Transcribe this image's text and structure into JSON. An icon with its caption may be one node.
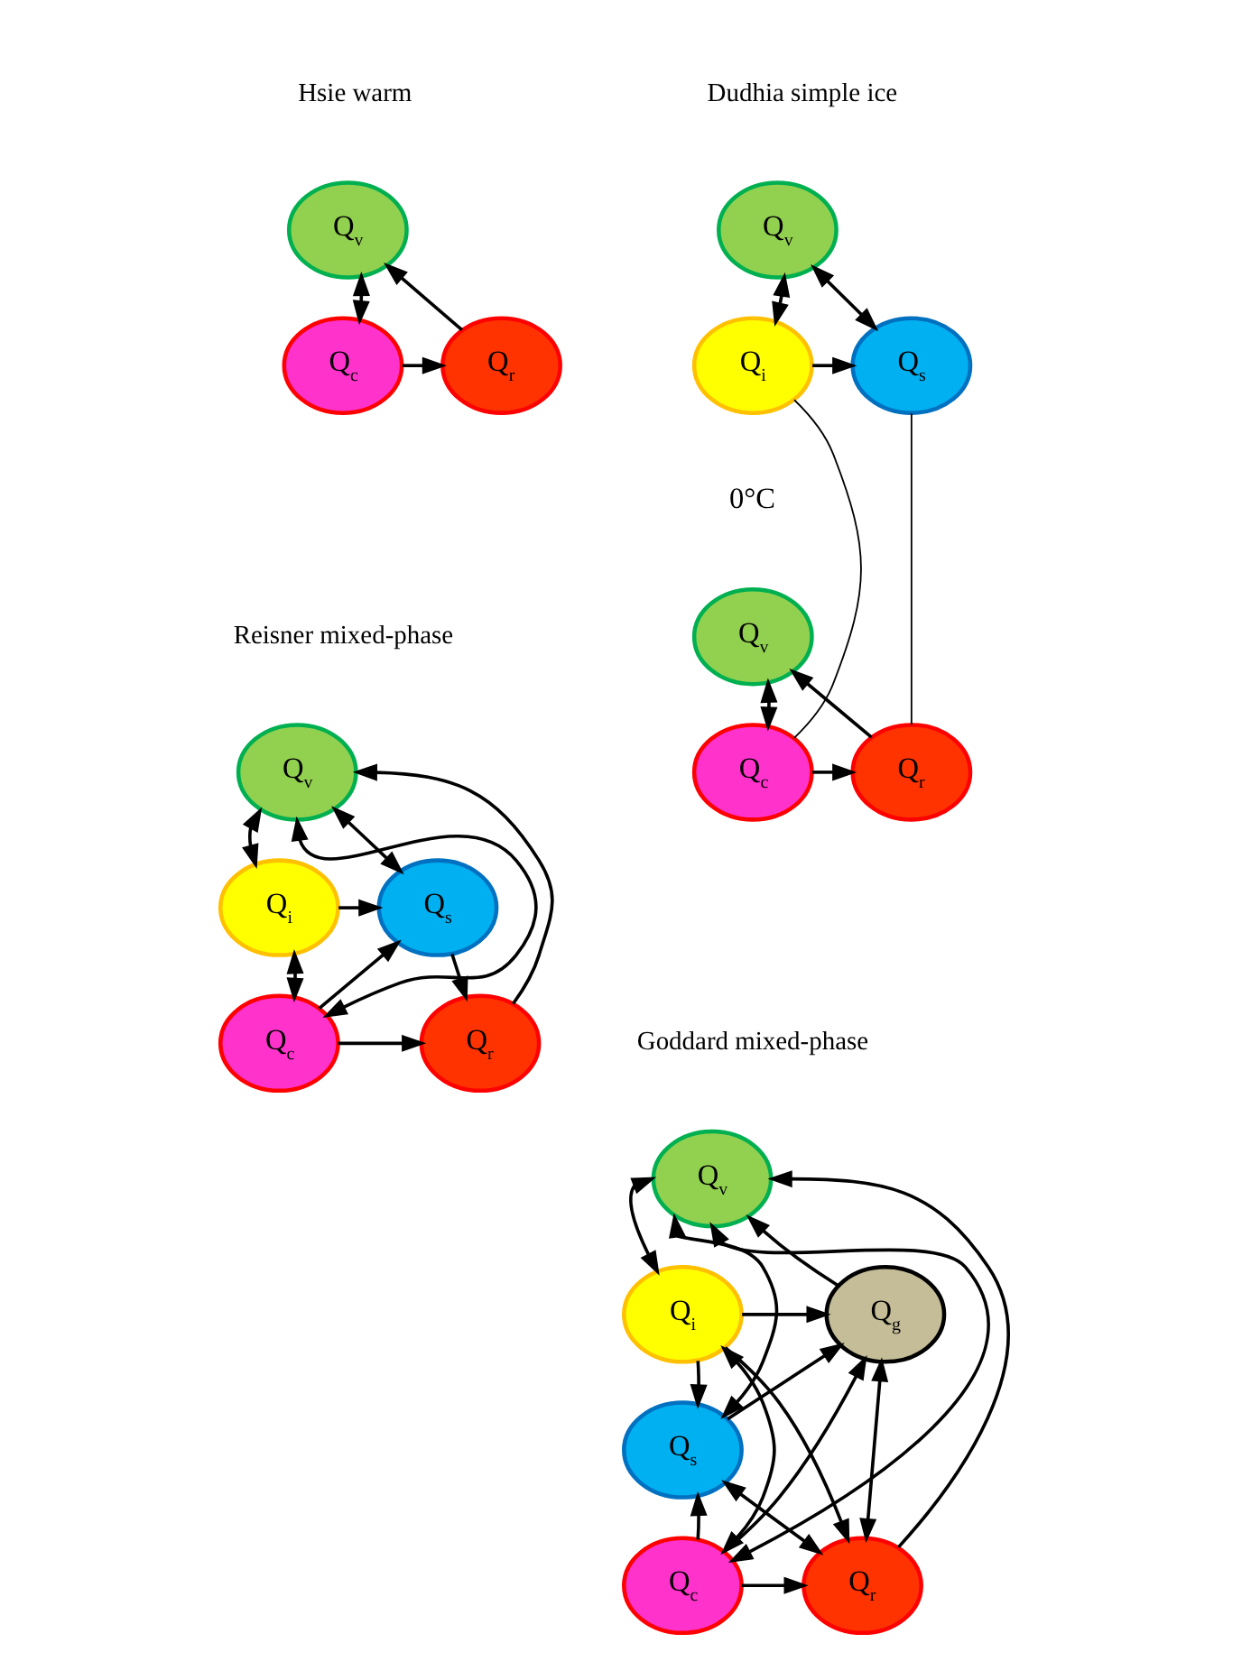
{
  "diagram": {
    "nodes": [
      {
        "text": [
          "Q$_{v}$"
        ]
      },
      {
        "text": [
          "Q$_{c}$"
        ]
      },
      {
        "text": [
          "Q$_{r}$"
        ]
      },
      {
        "text": [
          "Q$_{v}$"
        ]
      },
      {
        "text": [
          "Q$_{i}$"
        ]
      },
      {
        "text": [
          "Q$_{s}$"
        ]
      },
      {
        "text": [
          "Q$_{v}$"
        ]
      },
      {
        "text": [
          "Q$_{c}$"
        ]
      },
      {
        "text": [
          "Q$_{r}$"
        ]
      },
      {
        "text": [
          "Q$_{v}$"
        ]
      },
      {
        "text": [
          "Q$_{i}$"
        ]
      },
      {
        "text": [
          "Q$_{s}$"
        ]
      },
      {
        "text": [
          "Q$_{c}$"
        ]
      },
      {
        "text": [
          "Q$_{r}$"
        ]
      },
      {
        "text": [
          "Q$_{v}$"
        ]
      },
      {
        "text": [
          "Q$_{i}$"
        ]
      },
      {
        "text": [
          "Q$_{g}$"
        ]
      },
      {
        "text": [
          "Q$_{s}$"
        ]
      },
      {
        "text": [
          "Q$_{c}$"
        ]
      },
      {
        "text": [
          "Q$_{r}$"
        ]
      }
    ],
    "edges": [
      {
        "from": 1,
        "to": 0,
        "arrow": "both"
      },
      {
        "from": 1,
        "to": 2,
        "arrow": "to"
      },
      {
        "from": 2,
        "to": 0,
        "arrow": "to"
      },
      {
        "from": 4,
        "to": 3,
        "arrow": "both"
      },
      {
        "from": 3,
        "to": 5,
        "arrow": "both"
      },
      {
        "from": 4,
        "to": 5,
        "arrow": "to"
      },
      {
        "from": 4,
        "to": 7,
        "arrow": "none"
      },
      {
        "from": 5,
        "to": 8,
        "arrow": "none"
      },
      {
        "from": 7,
        "to": 6,
        "arrow": "both"
      },
      {
        "from": 7,
        "to": 8,
        "arrow": "to"
      },
      {
        "from": 8,
        "to": 6,
        "arrow": "to"
      },
      {
        "from": 10,
        "to": 9,
        "arrow": "both"
      },
      {
        "from": 9,
        "to": 11,
        "arrow": "both"
      },
      {
        "from": 10,
        "to": 11,
        "arrow": "to"
      },
      {
        "from": 12,
        "to": 9,
        "arrow": "both"
      },
      {
        "from": 13,
        "to": 9,
        "arrow": "to"
      },
      {
        "from": 12,
        "to": 11,
        "arrow": "to"
      },
      {
        "from": 11,
        "to": 13,
        "arrow": "to"
      },
      {
        "from": 12,
        "to": 13,
        "arrow": "to"
      },
      {
        "from": 10,
        "to": 12,
        "arrow": "both"
      },
      {
        "from": 15,
        "to": 14,
        "arrow": "both"
      },
      {
        "from": 16,
        "to": 14,
        "arrow": "to"
      },
      {
        "from": 15,
        "to": 16,
        "arrow": "to"
      },
      {
        "from": 14,
        "to": 17,
        "arrow": "both"
      },
      {
        "from": 18,
        "to": 14,
        "arrow": "both"
      },
      {
        "from": 19,
        "to": 14,
        "arrow": "to"
      },
      {
        "from": 15,
        "to": 18,
        "arrow": "both"
      },
      {
        "from": 16,
        "to": 19,
        "arrow": "both"
      },
      {
        "from": 17,
        "to": 16,
        "arrow": "to"
      },
      {
        "from": 18,
        "to": 16,
        "arrow": "to"
      },
      {
        "from": 18,
        "to": 17,
        "arrow": "to"
      },
      {
        "from": 18,
        "to": 19,
        "arrow": "to"
      },
      {
        "from": 15,
        "to": 17,
        "arrow": "to"
      },
      {
        "from": 15,
        "to": 19,
        "arrow": "to"
      },
      {
        "from": 17,
        "to": 19,
        "arrow": "both"
      }
    ],
    "labels": [
      "Hsie warm",
      "Dudhia simple ice",
      "0°C",
      "Reisner mixed-phase",
      "Goddard mixed-phase"
    ]
  }
}
